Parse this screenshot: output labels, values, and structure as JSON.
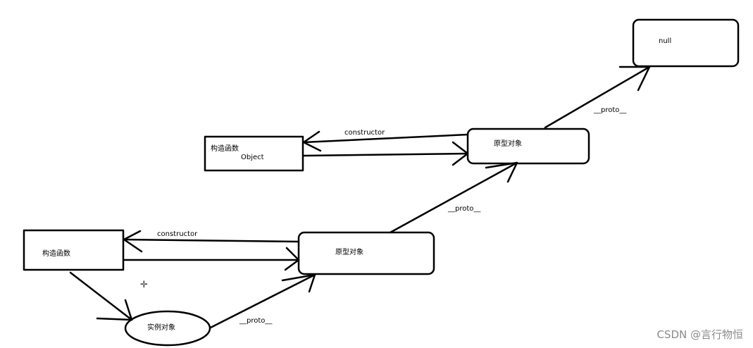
{
  "diagram": {
    "nodes": {
      "null": "null",
      "proto_top": "原型对象",
      "ctor_object_line1": "构造函数",
      "ctor_object_line2": "Object",
      "ctor_bottom": "构造函数",
      "proto_bottom": "原型对象",
      "instance": "实例对象"
    },
    "edges": {
      "constructor_top": "constructor",
      "constructor_bottom": "constructor",
      "proto_instance": "__proto__",
      "proto_bottom_to_top": "__proto__",
      "proto_top_to_null": "__proto__"
    }
  },
  "watermark": "CSDN @言行物恒"
}
